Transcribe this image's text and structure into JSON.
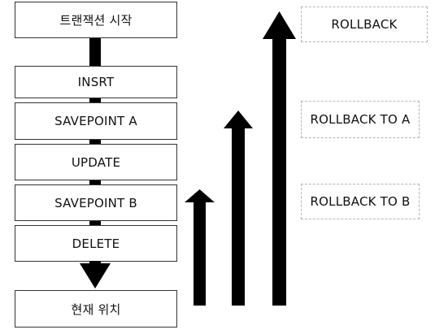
{
  "steps": [
    {
      "label": "트랜잭션 시작"
    },
    {
      "label": "INSRT"
    },
    {
      "label": "SAVEPOINT A"
    },
    {
      "label": "UPDATE"
    },
    {
      "label": "SAVEPOINT B"
    },
    {
      "label": "DELETE"
    },
    {
      "label": "현재 위치"
    }
  ],
  "rollbacks": [
    {
      "label": "ROLLBACK"
    },
    {
      "label": "ROLLBACK TO A"
    },
    {
      "label": "ROLLBACK TO B"
    }
  ],
  "colors": {
    "arrow": "#000000",
    "box_border": "#333333",
    "dashed_border": "#b5b5b5"
  }
}
